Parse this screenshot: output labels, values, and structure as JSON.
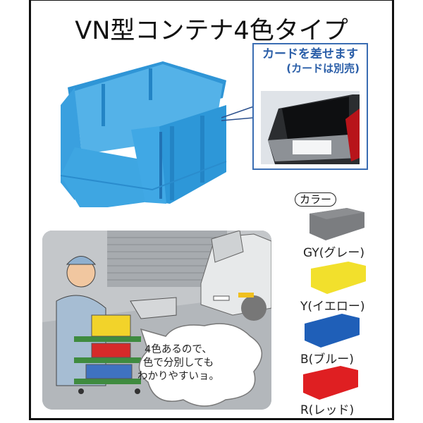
{
  "title": "VN型コンテナ4色タイプ",
  "card_callout": {
    "heading": "カードを差せます",
    "subheading": "(カードは別売)"
  },
  "colors": {
    "label": "カラー",
    "items": [
      {
        "code": "GY",
        "name": "グレー",
        "label": "GY(グレー)",
        "hex": "#7d7f82"
      },
      {
        "code": "Y",
        "name": "イエロー",
        "label": "Y(イエロー)",
        "hex": "#f2e02c"
      },
      {
        "code": "B",
        "name": "ブルー",
        "label": "B(ブルー)",
        "hex": "#1f5fb8"
      },
      {
        "code": "R",
        "name": "レッド",
        "label": "R(レッド)",
        "hex": "#df1f22"
      }
    ]
  },
  "product_color": "#3fa3e0",
  "scene": {
    "speech_lines": [
      "4色あるので、",
      "色で分別しても",
      "わかりやすいョ。"
    ]
  },
  "accent_color": "#2a5ea8"
}
